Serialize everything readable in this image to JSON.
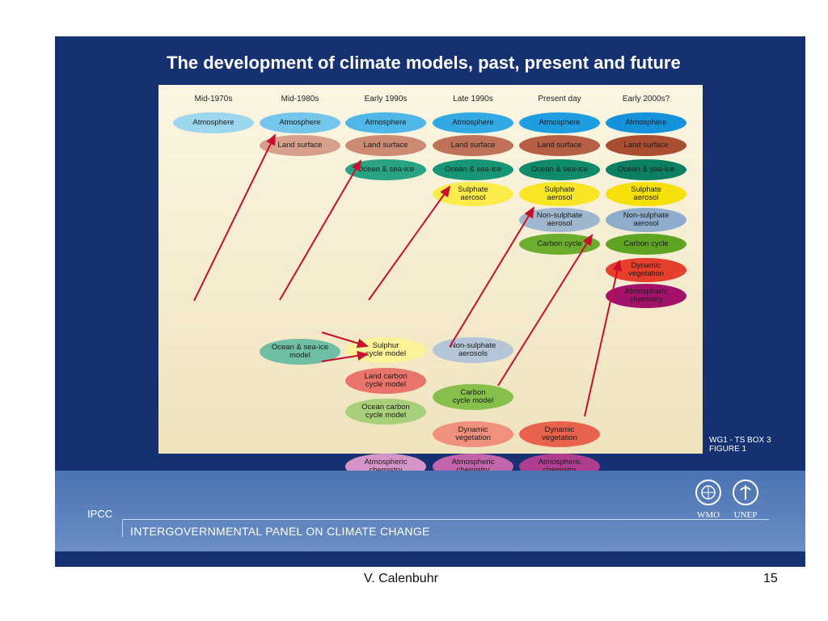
{
  "slide": {
    "title": "The development of climate models, past, present and future",
    "figure_ref": [
      "WG1 - TS  BOX 3",
      "FIGURE 1"
    ],
    "band": {
      "abbr": "IPCC",
      "org_name": "INTERGOVERNMENTAL PANEL ON CLIMATE CHANGE",
      "logos": [
        "WMO",
        "UNEP"
      ]
    }
  },
  "columns": [
    "Mid-1970s",
    "Mid-1980s",
    "Early 1990s",
    "Late 1990s",
    "Present day",
    "Early 2000s?"
  ],
  "components": [
    {
      "id": "atm1",
      "lines": [
        "Atmosphere"
      ],
      "color": "#9cd6ef"
    },
    {
      "id": "atm2",
      "lines": [
        "Atmosphere"
      ],
      "color": "#74c6ec"
    },
    {
      "id": "atm3",
      "lines": [
        "Atmosphere"
      ],
      "color": "#4fb6e8"
    },
    {
      "id": "atm4",
      "lines": [
        "Atmosphere"
      ],
      "color": "#33a9e4"
    },
    {
      "id": "atm5",
      "lines": [
        "Atmosphere"
      ],
      "color": "#1e9ee0"
    },
    {
      "id": "atm6",
      "lines": [
        "Atmosphere"
      ],
      "color": "#1493da"
    },
    {
      "id": "land2",
      "lines": [
        "Land surface"
      ],
      "color": "#d8a08a"
    },
    {
      "id": "land3",
      "lines": [
        "Land surface"
      ],
      "color": "#cc8a72"
    },
    {
      "id": "land4",
      "lines": [
        "Land surface"
      ],
      "color": "#bf7257"
    },
    {
      "id": "land5",
      "lines": [
        "Land surface"
      ],
      "color": "#b56044"
    },
    {
      "id": "land6",
      "lines": [
        "Land surface"
      ],
      "color": "#a94e33"
    },
    {
      "id": "ocean3",
      "lines": [
        "Ocean & sea-ice"
      ],
      "color": "#2aa384"
    },
    {
      "id": "ocean4",
      "lines": [
        "Ocean & sea-ice"
      ],
      "color": "#169676"
    },
    {
      "id": "ocean5",
      "lines": [
        "Ocean & sea-ice"
      ],
      "color": "#0f8b6c"
    },
    {
      "id": "ocean6",
      "lines": [
        "Ocean & sea-ice"
      ],
      "color": "#0a7f62"
    },
    {
      "id": "sul4",
      "lines": [
        "Sulphate",
        "aerosol"
      ],
      "color": "#fbec4c"
    },
    {
      "id": "sul5",
      "lines": [
        "Sulphate",
        "aerosol"
      ],
      "color": "#f8e626"
    },
    {
      "id": "sul6",
      "lines": [
        "Sulphate",
        "aerosol"
      ],
      "color": "#f6e00c"
    },
    {
      "id": "nonsul5",
      "lines": [
        "Non-sulphate",
        "aerosol"
      ],
      "color": "#9fb6cf"
    },
    {
      "id": "nonsul6",
      "lines": [
        "Non-sulphate",
        "aerosol"
      ],
      "color": "#8eaccb"
    },
    {
      "id": "carb5",
      "lines": [
        "Carbon cycle"
      ],
      "color": "#6cad2e"
    },
    {
      "id": "carb6",
      "lines": [
        "Carbon cycle"
      ],
      "color": "#5fa323"
    },
    {
      "id": "dynveg6",
      "lines": [
        "Dynamic",
        "vegetation"
      ],
      "color": "#e6402c"
    },
    {
      "id": "atmchem6",
      "lines": [
        "Atmospheric",
        "chemistry"
      ],
      "color": "#a3126a"
    },
    {
      "id": "ocean_model",
      "lines": [
        "Ocean & sea-ice",
        "model"
      ],
      "color": "#6fbfa6"
    },
    {
      "id": "sulphur_model",
      "lines": [
        "Sulphur",
        "cycle model"
      ],
      "color": "#fbf29a"
    },
    {
      "id": "nonsul_aer",
      "lines": [
        "Non-sulphate",
        "aerosols"
      ],
      "color": "#b3c5d7"
    },
    {
      "id": "land_carbon",
      "lines": [
        "Land carbon",
        "cycle model"
      ],
      "color": "#e8746c"
    },
    {
      "id": "ocean_carbon",
      "lines": [
        "Ocean carbon",
        "cycle model"
      ],
      "color": "#a8cf7a"
    },
    {
      "id": "carbon_model",
      "lines": [
        "Carbon",
        "cycle model"
      ],
      "color": "#86bf4a"
    },
    {
      "id": "dynveg4",
      "lines": [
        "Dynamic",
        "vegetation"
      ],
      "color": "#f0917e"
    },
    {
      "id": "dynveg5",
      "lines": [
        "Dynamic",
        "vegetation"
      ],
      "color": "#e9624d"
    },
    {
      "id": "atmchem3",
      "lines": [
        "Atmospheric",
        "chemistry"
      ],
      "color": "#d595c8"
    },
    {
      "id": "atmchem4",
      "lines": [
        "Atmospheric",
        "chemistry"
      ],
      "color": "#c265ad"
    },
    {
      "id": "atmchem5",
      "lines": [
        "Atmospheric",
        "chemistry"
      ],
      "color": "#b03e90"
    }
  ],
  "arrow_color": "#c8102e",
  "footer": {
    "author": "V. Calenbuhr",
    "page": "15"
  }
}
